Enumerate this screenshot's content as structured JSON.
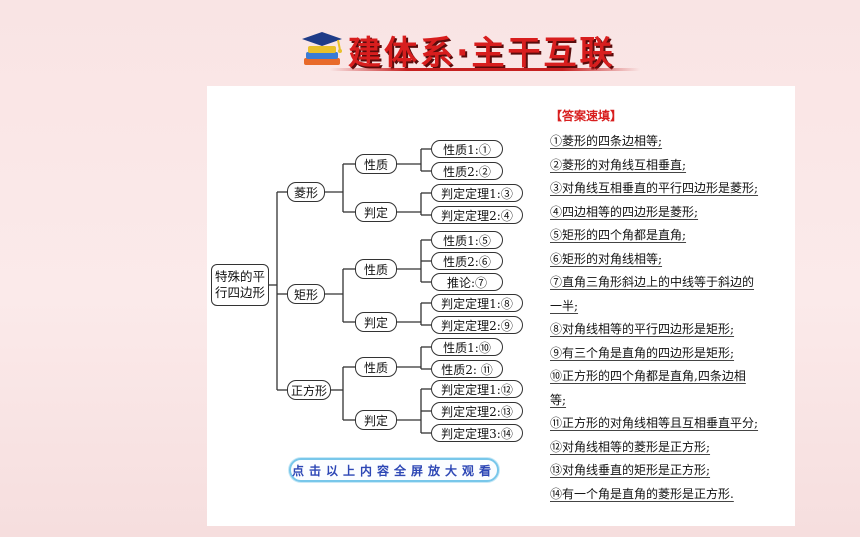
{
  "header": {
    "title": "建体系·主干互联",
    "icon": "graduation-cap-books-icon"
  },
  "diagram": {
    "root": "特殊的平行四边形",
    "branches": [
      {
        "label": "菱形",
        "groups": [
          {
            "label": "性质",
            "items": [
              "性质1:①",
              "性质2:②"
            ]
          },
          {
            "label": "判定",
            "items": [
              "判定定理1:③",
              "判定定理2:④"
            ]
          }
        ]
      },
      {
        "label": "矩形",
        "groups": [
          {
            "label": "性质",
            "items": [
              "性质1:⑤",
              "性质2:⑥",
              "推论:⑦"
            ]
          },
          {
            "label": "判定",
            "items": [
              "判定定理1:⑧",
              "判定定理2:⑨"
            ]
          }
        ]
      },
      {
        "label": "正方形",
        "groups": [
          {
            "label": "性质",
            "items": [
              "性质1:⑩",
              "性质2: ⑪"
            ]
          },
          {
            "label": "判定",
            "items": [
              "判定定理1:⑫",
              "判定定理2:⑬",
              "判定定理3:⑭"
            ]
          }
        ]
      }
    ],
    "enlarge_button": "点击以上内容全屏放大观看"
  },
  "answers": {
    "title": "【答案速填】",
    "lines": [
      "①菱形的四条边相等;",
      "②菱形的对角线互相垂直;",
      "③对角线互相垂直的平行四边形是菱形;",
      "④四边相等的四边形是菱形;",
      "⑤矩形的四个角都是直角;",
      "⑥矩形的对角线相等;",
      "⑦直角三角形斜边上的中线等于斜边的",
      "一半;",
      "⑧对角线相等的平行四边形是矩形;",
      "⑨有三个角是直角的四边形是矩形;",
      "⑩正方形的四个角都是直角,四条边相",
      "等;",
      "⑪正方形的对角线相等且互相垂直平分;",
      "⑫对角线相等的菱形是正方形;",
      "⑬对角线垂直的矩形是正方形;",
      "⑭有一个角是直角的菱形是正方形."
    ]
  }
}
